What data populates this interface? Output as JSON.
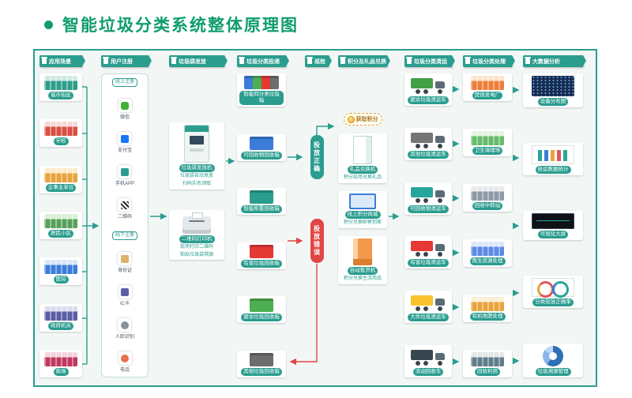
{
  "title": {
    "text": "智能垃圾分类系统整体原理图"
  },
  "colors": {
    "accent": "#2a9d8f",
    "accent_dark": "#1e7168",
    "error": "#e04646",
    "gold": "#e8a33d",
    "panel_bg": "#f2f7f5",
    "panel_border": "#2a9d8f",
    "title": "#0f9d6b"
  },
  "scenes": {
    "header": "应用场景",
    "items": [
      "城市街区",
      "学校",
      "企事业单位",
      "居民小区",
      "医院",
      "政府机关",
      "商场"
    ]
  },
  "register": {
    "header": "用户注册",
    "branch_online": "线上注册",
    "branch_offline": "线下注册",
    "online": [
      "微信",
      "支付宝",
      "手机APP",
      "二维码"
    ],
    "offline": [
      "身份证",
      "IC卡",
      "人脸识别",
      "电话"
    ]
  },
  "bag": {
    "header": "垃圾袋发放",
    "machine_label": "垃圾袋发放机",
    "machine_desc1": "垃圾袋自动发放",
    "machine_desc2": "扫码实名领取",
    "printer_label": "二维码打印机",
    "printer_desc1": "现场打印二维码",
    "printer_desc2": "粘贴垃圾袋溯源"
  },
  "delivery": {
    "header": "垃圾分类投递",
    "items": [
      "智能四分类垃圾箱",
      "可回收物回收箱",
      "智能称重回收箱",
      "有害垃圾回收箱",
      "厨余垃圾回收箱",
      "其他垃圾回收箱"
    ]
  },
  "inspect": {
    "header": "巡检",
    "correct": "投放正确",
    "wrong": "投放错误"
  },
  "points": {
    "header": "积分及礼品兑换",
    "badge": "获取积分",
    "items": [
      {
        "label": "礼品兑换机",
        "desc": "积分现场兑换礼品"
      },
      {
        "label": "线上积分商城",
        "desc": "积分兑换邮寄到家"
      },
      {
        "label": "自动售货机",
        "desc": "积分兑换生活用品"
      }
    ]
  },
  "transport": {
    "header": "垃圾分类清运",
    "items": [
      "厨余垃圾清运车",
      "其他垃圾清运车",
      "可回收物清运车",
      "有害垃圾清运车",
      "大件垃圾清运车",
      "流动回收车"
    ]
  },
  "process": {
    "header": "垃圾分类处理",
    "items": [
      "焚烧发电厂",
      "卫生填埋场",
      "回收中转站",
      "再生资源处理",
      "有机堆肥处理",
      "回收利用"
    ]
  },
  "analysis": {
    "header": "大数据分析",
    "items": [
      "设备分布图",
      "收运数据统计",
      "可视化大屏",
      "分类投放正确率",
      "垃圾溯源管理"
    ]
  }
}
